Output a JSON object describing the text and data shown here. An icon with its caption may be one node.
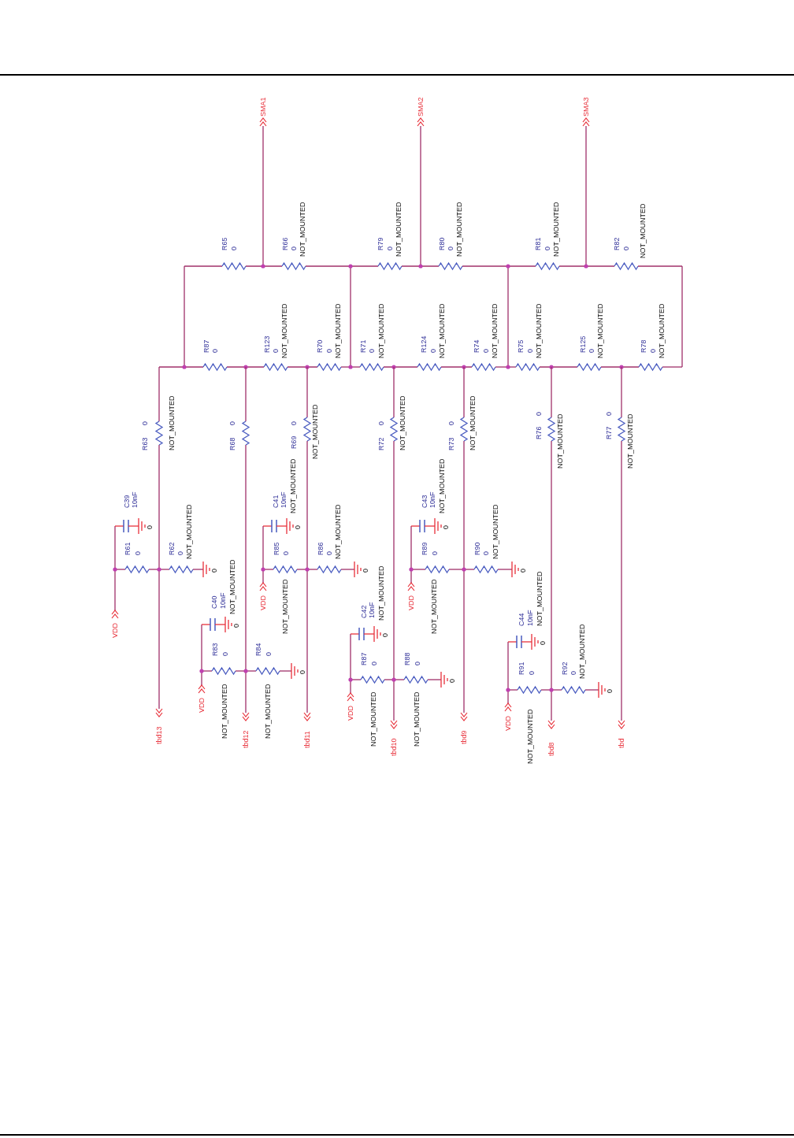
{
  "diagram": {
    "labels": [
      "SMA1",
      "SMA2",
      "SMA3",
      "R65",
      "0",
      "R66",
      "0",
      "NOT_MOUNTED",
      "R79",
      "0",
      "NOT_MOUNTED",
      "R80",
      "0",
      "NOT_MOUNTED",
      "R81",
      "0",
      "NOT_MOUNTED",
      "R82",
      "0",
      "NOT_MOUNTED",
      "R87",
      "0",
      "R123",
      "0",
      "NOT_MOUNTED",
      "R70",
      "0",
      "NOT_MOUNTED",
      "R71",
      "0",
      "NOT_MOUNTED",
      "R124",
      "0",
      "NOT_MOUNTED",
      "R74",
      "0",
      "NOT_MOUNTED",
      "R75",
      "0",
      "NOT_MOUNTED",
      "R125",
      "0",
      "NOT_MOUNTED",
      "R78",
      "0",
      "NOT_MOUNTED",
      "R63",
      "0",
      "NOT_MOUNTED",
      "R68",
      "0",
      "R69",
      "0",
      "NOT_MOUNTED",
      "R72",
      "0",
      "NOT_MOUNTED",
      "R73",
      "0",
      "NOT_MOUNTED",
      "R76",
      "0",
      "NOT_MOUNTED",
      "R77",
      "0",
      "NOT_MOUNTED",
      "C39",
      "10nF",
      "0",
      "C41",
      "10nF",
      "NOT_MOUNTED",
      "0",
      "C43",
      "10nF",
      "NOT_MOUNTED",
      "0",
      "R61",
      "0",
      "R62",
      "0",
      "NOT_MOUNTED",
      "0",
      "VDD",
      "C40",
      "10nF",
      "NOT_MOUNTED",
      "0",
      "R85",
      "0",
      "R86",
      "0",
      "NOT_MOUNTED",
      "0",
      "NOT_MOUNTED",
      "VDD",
      "C42",
      "10nF",
      "NOT_MOUNTED",
      "0",
      "R89",
      "0",
      "R90",
      "0",
      "NOT_MOUNTED",
      "0",
      "NOT_MOUNTED",
      "VDD",
      "C44",
      "10nF",
      "NOT_MOUNTED",
      "0",
      "R83",
      "0",
      "R84",
      "0",
      "0",
      "NOT_MOUNTED",
      "NOT_MOUNTED",
      "VDD",
      "R87",
      "0",
      "R88",
      "0",
      "0",
      "NOT_MOUNTED",
      "NOT_MOUNTED",
      "VDD",
      "R91",
      "0",
      "R92",
      "0",
      "NOT_MOUNTED",
      "0",
      "NOT_MOUNTED",
      "VDD",
      "tbd13",
      "tbd12",
      "tbd11",
      "tbd10",
      "tbd9",
      "tbd8",
      "tbd"
    ]
  }
}
